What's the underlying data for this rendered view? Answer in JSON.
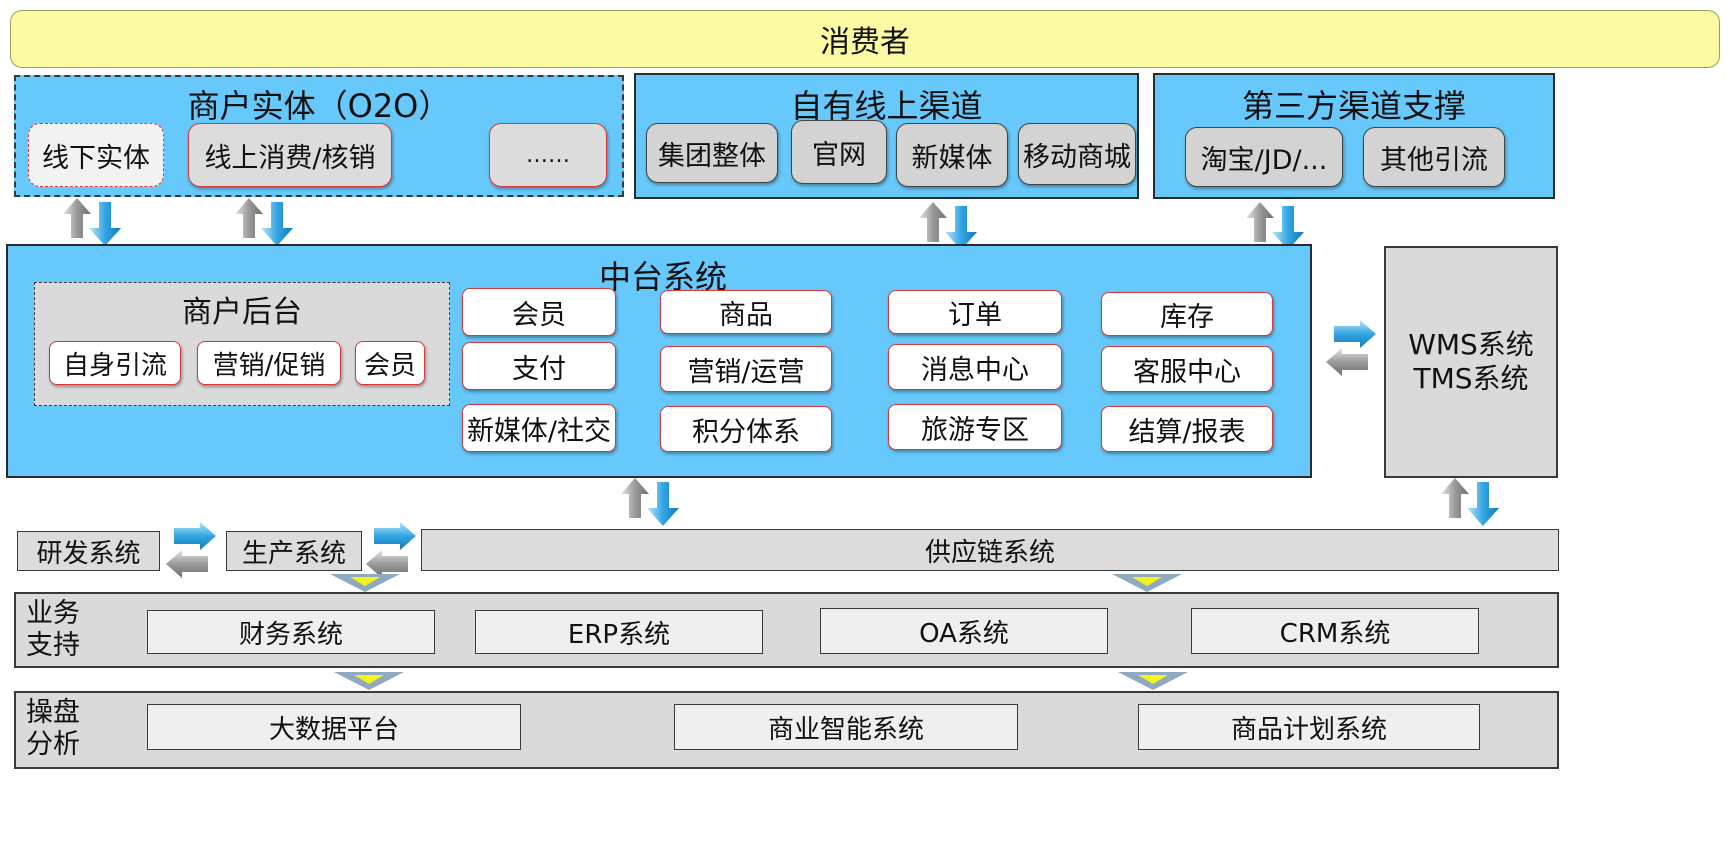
{
  "consumer": "消费者",
  "merchant_entity": {
    "title": "商户实体（O2O）",
    "items": [
      "线下实体",
      "线上消费/核销",
      "……"
    ]
  },
  "own_online": {
    "title": "自有线上渠道",
    "items": [
      "集团整体",
      "官网",
      "新媒体",
      "移动商城"
    ]
  },
  "third_party": {
    "title": "第三方渠道支撑",
    "items": [
      "淘宝/JD/...",
      "其他引流"
    ]
  },
  "middle_platform": {
    "title": "中台系统",
    "merchant_backend": {
      "title": "商户后台",
      "items": [
        "自身引流",
        "营销/促销",
        "会员"
      ]
    },
    "modules": [
      [
        "会员",
        "支付",
        "新媒体/社交"
      ],
      [
        "商品",
        "营销/运营",
        "积分体系"
      ],
      [
        "订单",
        "消息中心",
        "旅游专区"
      ],
      [
        "库存",
        "客服中心",
        "结算/报表"
      ]
    ]
  },
  "wms": {
    "line1": "WMS系统",
    "line2": "TMS系统"
  },
  "supply_row": {
    "rd": "研发系统",
    "production": "生产系统",
    "supply_chain": "供应链系统"
  },
  "business_support": {
    "label_line1": "业务",
    "label_line2": "支持",
    "items": [
      "财务系统",
      "ERP系统",
      "OA系统",
      "CRM系统"
    ]
  },
  "operations": {
    "label_line1": "操盘",
    "label_line2": "分析",
    "items": [
      "大数据平台",
      "商业智能系统",
      "商品计划系统"
    ]
  },
  "colors": {
    "consumer_fill": "#fbfaa3",
    "panel_blue": "#66c8fb",
    "box_gray": "#dadada",
    "pill_border": "#d9393b",
    "arrow_blue": "#2a9fdc",
    "arrow_gray": "#8c8c8c"
  }
}
